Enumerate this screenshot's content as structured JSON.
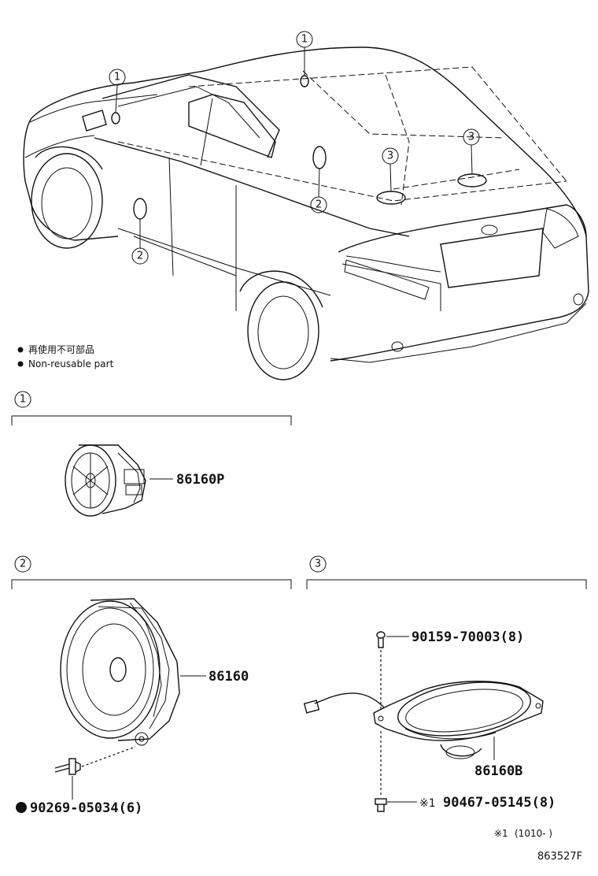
{
  "legend": {
    "line1": "再使用不可部品",
    "line2": "Non-reusable part"
  },
  "callouts": {
    "c1": "1",
    "c2": "2",
    "c3": "3"
  },
  "section1": {
    "label": "1",
    "parts": {
      "tweeter": "86160P"
    }
  },
  "section2": {
    "label": "2",
    "parts": {
      "speaker": "86160",
      "screw": "90269-05034(6)"
    }
  },
  "section3": {
    "label": "3",
    "parts": {
      "speaker": "86160B",
      "screw_top": "90159-70003(8)",
      "screw_bottom_mark": "※1",
      "screw_bottom": "90467-05145(8)"
    }
  },
  "footnote": {
    "mark": "※1",
    "text": "(1010-     )"
  },
  "drawing_id": "863527F"
}
